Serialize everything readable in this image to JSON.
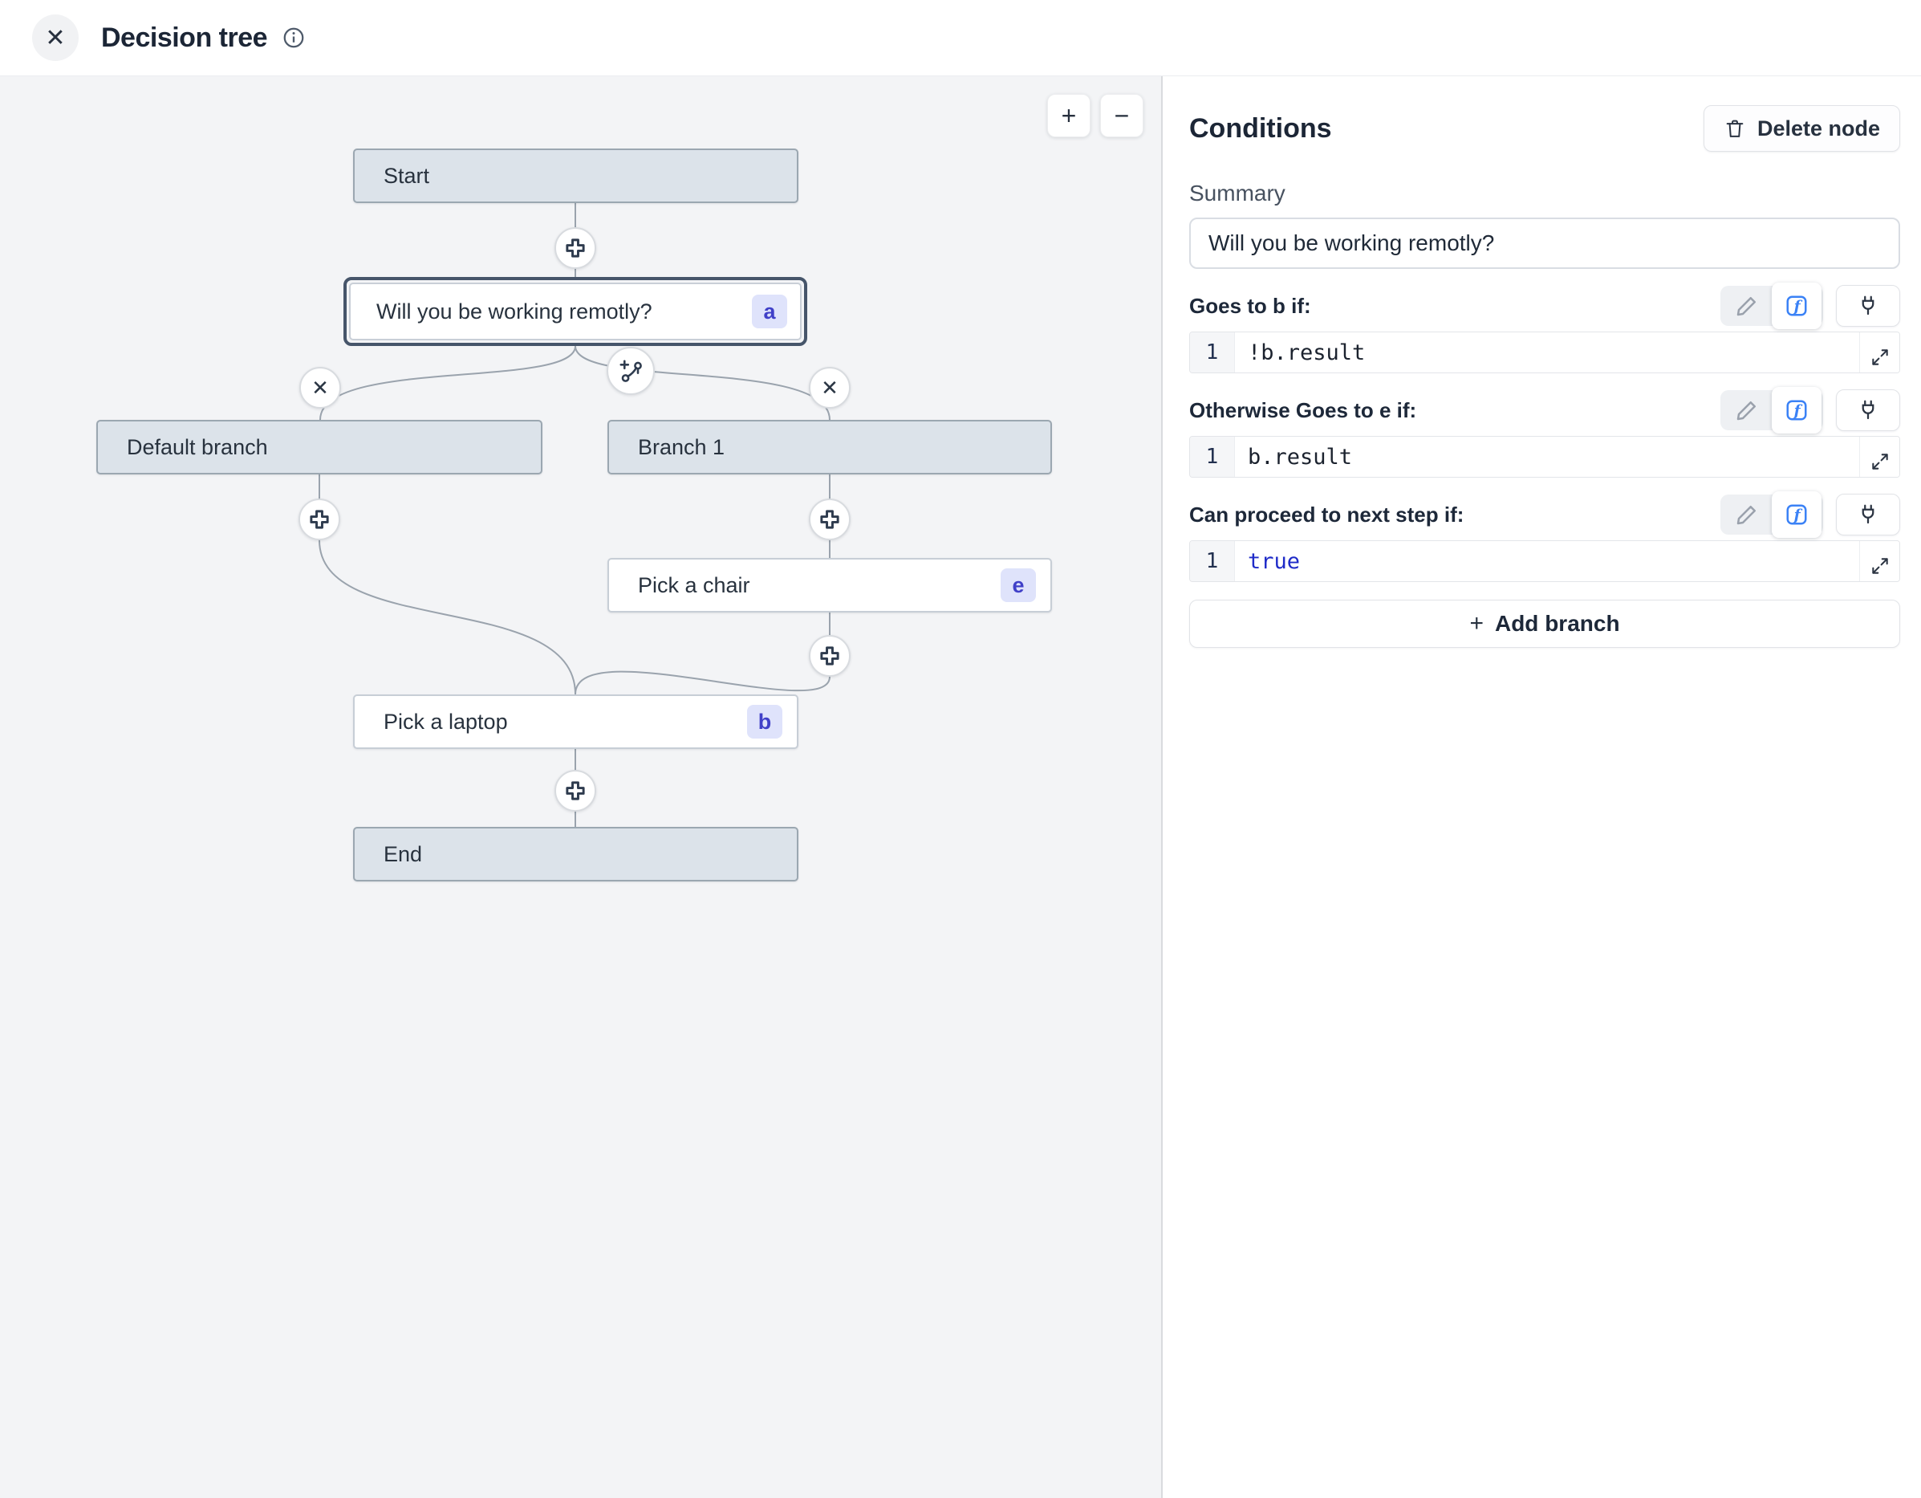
{
  "header": {
    "title": "Decision tree",
    "close_glyph": "✕"
  },
  "canvas": {
    "zoom_in_label": "+",
    "zoom_out_label": "−",
    "nodes": {
      "start": {
        "label": "Start"
      },
      "question": {
        "label": "Will you be working remotly?",
        "badge": "a"
      },
      "default_branch": {
        "label": "Default branch"
      },
      "branch_1": {
        "label": "Branch 1"
      },
      "pick_chair": {
        "label": "Pick a chair",
        "badge": "e"
      },
      "pick_laptop": {
        "label": "Pick a laptop",
        "badge": "b"
      },
      "end": {
        "label": "End"
      }
    },
    "delete_edge_glyph": "✕"
  },
  "panel": {
    "title": "Conditions",
    "delete_button_label": "Delete node",
    "summary_label": "Summary",
    "summary_value": "Will you be working remotly?",
    "conditions": [
      {
        "label": "Goes to b if:",
        "line": "1",
        "code": "!b.result"
      },
      {
        "label": "Otherwise Goes to e if:",
        "line": "1",
        "code": "b.result"
      },
      {
        "label": "Can proceed to next step if:",
        "line": "1",
        "code": "true"
      }
    ],
    "add_branch_plus": "+",
    "add_branch_label": "Add branch"
  },
  "colors": {
    "canvas_bg": "#f3f4f6",
    "node_gray_fill": "#dce3ea",
    "node_gray_border": "#9ba7b1",
    "selected_border": "#46556a",
    "badge_bg": "#dfe3fb",
    "badge_text": "#4040c8",
    "edge": "#9aa3ad",
    "accent_blue": "#3b82f6",
    "keyword_blue": "#1f2bc8"
  }
}
